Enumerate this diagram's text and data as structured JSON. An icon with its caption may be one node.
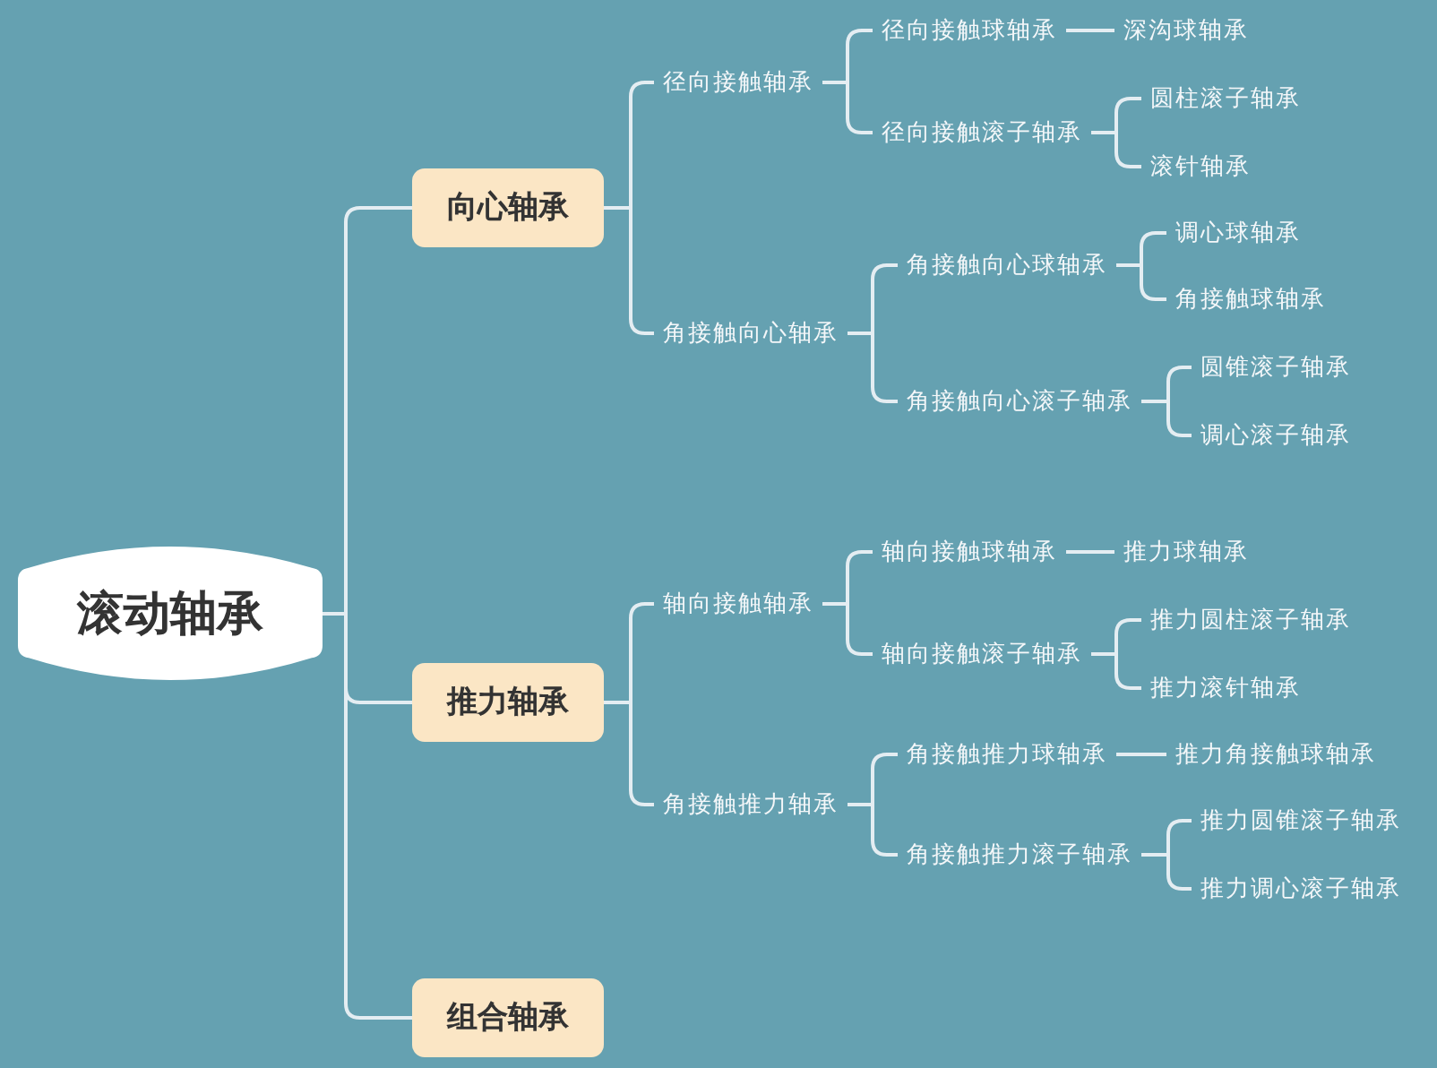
{
  "diagram": {
    "nodes": [
      {
        "text": [
          "滚动轴承"
        ]
      },
      {
        "text": [
          "向心轴承"
        ]
      },
      {
        "text": [
          "径向接触轴承"
        ]
      },
      {
        "text": [
          "径向接触球轴承"
        ]
      },
      {
        "text": [
          "深沟球轴承"
        ]
      },
      {
        "text": [
          "径向接触滚子轴承"
        ]
      },
      {
        "text": [
          "圆柱滚子轴承"
        ]
      },
      {
        "text": [
          "滚针轴承"
        ]
      },
      {
        "text": [
          "角接触向心轴承"
        ]
      },
      {
        "text": [
          "角接触向心球轴承"
        ]
      },
      {
        "text": [
          "调心球轴承"
        ]
      },
      {
        "text": [
          "角接触球轴承"
        ]
      },
      {
        "text": [
          "角接触向心滚子轴承"
        ]
      },
      {
        "text": [
          "圆锥滚子轴承"
        ]
      },
      {
        "text": [
          "调心滚子轴承"
        ]
      },
      {
        "text": [
          "推力轴承"
        ]
      },
      {
        "text": [
          "轴向接触轴承"
        ]
      },
      {
        "text": [
          "轴向接触球轴承"
        ]
      },
      {
        "text": [
          "推力球轴承"
        ]
      },
      {
        "text": [
          "轴向接触滚子轴承"
        ]
      },
      {
        "text": [
          "推力圆柱滚子轴承"
        ]
      },
      {
        "text": [
          "推力滚针轴承"
        ]
      },
      {
        "text": [
          "角接触推力轴承"
        ]
      },
      {
        "text": [
          "角接触推力球轴承"
        ]
      },
      {
        "text": [
          "推力角接触球轴承"
        ]
      },
      {
        "text": [
          "角接触推力滚子轴承"
        ]
      },
      {
        "text": [
          "推力圆锥滚子轴承"
        ]
      },
      {
        "text": [
          "推力调心滚子轴承"
        ]
      },
      {
        "text": [
          "组合轴承"
        ]
      }
    ],
    "edges": [
      {
        "from": 0,
        "to": 1,
        "arrow": "none"
      },
      {
        "from": 1,
        "to": 2,
        "arrow": "none"
      },
      {
        "from": 2,
        "to": 3,
        "arrow": "none"
      },
      {
        "from": 3,
        "to": 4,
        "arrow": "none"
      },
      {
        "from": 2,
        "to": 5,
        "arrow": "none"
      },
      {
        "from": 5,
        "to": 6,
        "arrow": "none"
      },
      {
        "from": 5,
        "to": 7,
        "arrow": "none"
      },
      {
        "from": 1,
        "to": 8,
        "arrow": "none"
      },
      {
        "from": 8,
        "to": 9,
        "arrow": "none"
      },
      {
        "from": 9,
        "to": 10,
        "arrow": "none"
      },
      {
        "from": 9,
        "to": 11,
        "arrow": "none"
      },
      {
        "from": 8,
        "to": 12,
        "arrow": "none"
      },
      {
        "from": 12,
        "to": 13,
        "arrow": "none"
      },
      {
        "from": 12,
        "to": 14,
        "arrow": "none"
      },
      {
        "from": 0,
        "to": 15,
        "arrow": "none"
      },
      {
        "from": 15,
        "to": 16,
        "arrow": "none"
      },
      {
        "from": 16,
        "to": 17,
        "arrow": "none"
      },
      {
        "from": 17,
        "to": 18,
        "arrow": "none"
      },
      {
        "from": 16,
        "to": 19,
        "arrow": "none"
      },
      {
        "from": 19,
        "to": 20,
        "arrow": "none"
      },
      {
        "from": 19,
        "to": 21,
        "arrow": "none"
      },
      {
        "from": 15,
        "to": 22,
        "arrow": "none"
      },
      {
        "from": 22,
        "to": 23,
        "arrow": "none"
      },
      {
        "from": 23,
        "to": 24,
        "arrow": "none"
      },
      {
        "from": 22,
        "to": 25,
        "arrow": "none"
      },
      {
        "from": 25,
        "to": 26,
        "arrow": "none"
      },
      {
        "from": 25,
        "to": 27,
        "arrow": "none"
      },
      {
        "from": 0,
        "to": 28,
        "arrow": "none"
      }
    ]
  }
}
